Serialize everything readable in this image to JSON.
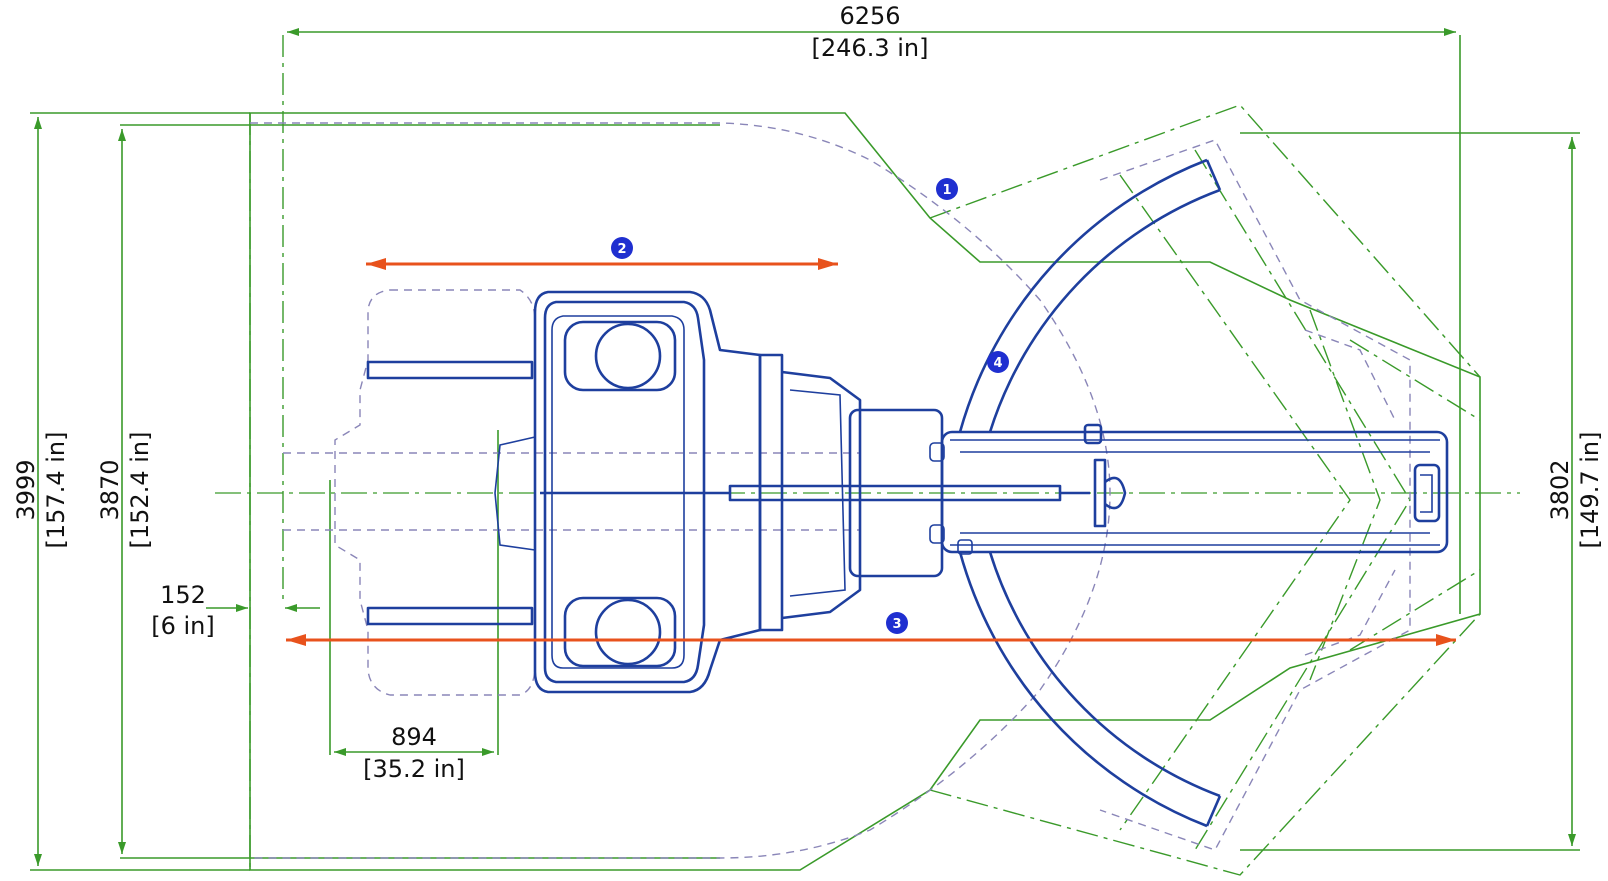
{
  "dimensions": {
    "overall_width": {
      "value": "6256",
      "imperial": "[246.3 in]"
    },
    "outer_depth": {
      "value": "3999",
      "imperial": "[157.4 in]"
    },
    "inner_depth": {
      "value": "3870",
      "imperial": "[152.4 in]"
    },
    "right_depth": {
      "value": "3802",
      "imperial": "[149.7 in]"
    },
    "left_clearance": {
      "value": "152",
      "imperial": "[6 in]"
    },
    "footprint_width": {
      "value": "894",
      "imperial": "[35.2 in]"
    }
  },
  "markers": [
    "1",
    "2",
    "3",
    "4"
  ],
  "colors": {
    "dimension_line": "#3a9a2a",
    "machine_outline": "#1e3f9e",
    "phantom_outline": "#8a86b8",
    "travel_arrow": "#e8521c",
    "marker_fill": "#1f2fd0"
  }
}
